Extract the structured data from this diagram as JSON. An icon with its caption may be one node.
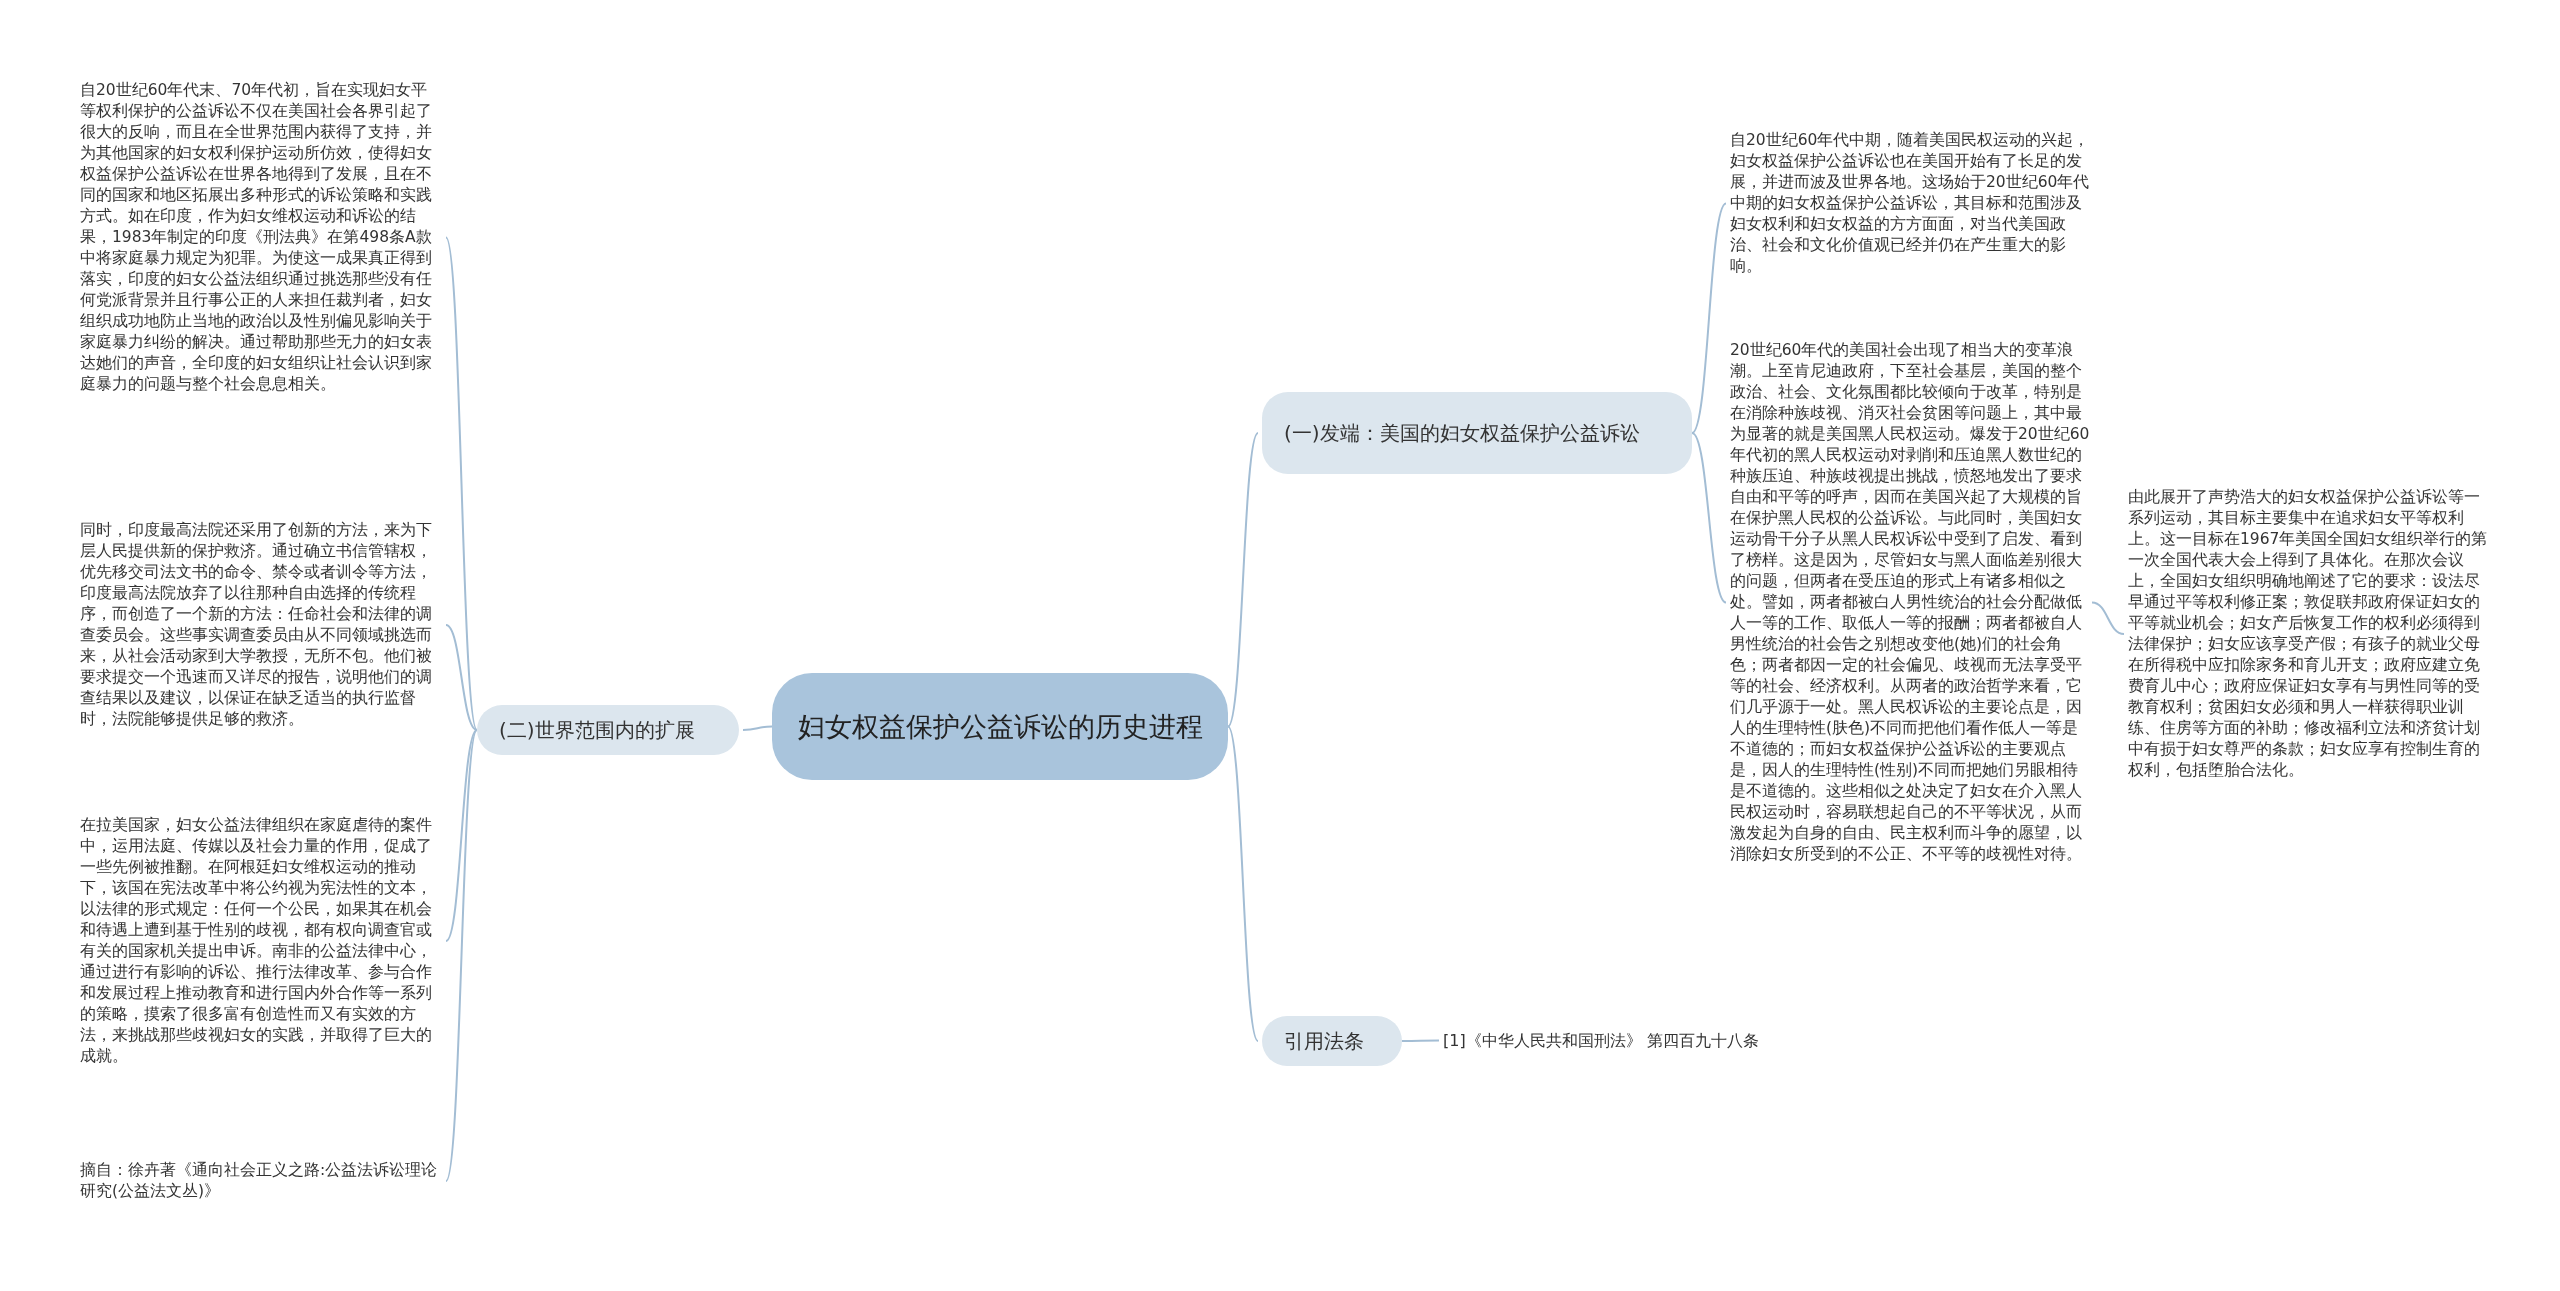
{
  "diagram": {
    "nodes": [
      {
        "text": [
          "妇女权益保护公益诉讼的历史进程"
        ]
      },
      {
        "text": [
          "(一)发端：美国的妇女权益保护公益诉讼"
        ]
      },
      {
        "text": [
          "(二)世界范围内的扩展"
        ]
      },
      {
        "text": [
          "引用法条"
        ]
      },
      {
        "text": [
          "自20世纪60年代中期，随着美国民权运动的兴起，妇女权益保护公益诉讼也在美国开始有了长足的发展，并进而波及世界各地。这场始于20世纪60年代中期的妇女权益保护公益诉讼，其目标和范围涉及妇女权利和妇女权益的方方面面，对当代美国政治、社会和文化价值观已经并仍在产生重大的影响。"
        ]
      },
      {
        "text": [
          "20世纪60年代的美国社会出现了相当大的变革浪潮。上至肯尼迪政府，下至社会基层，美国的整个政治、社会、文化氛围都比较倾向于改革，特别是在消除种族歧视、消灭社会贫困等问题上，其中最为显著的就是美国黑人民权运动。爆发于20世纪60年代初的黑人民权运动对剥削和压迫黑人数世纪的种族压迫、种族歧视提出挑战，愤怒地发出了要求自由和平等的呼声，因而在美国兴起了大规模的旨在保护黑人民权的公益诉讼。与此同时，美国妇女运动骨干分子从黑人民权诉讼中受到了启发、看到了榜样。这是因为，尽管妇女与黑人面临差别很大的问题，但两者在受压迫的形式上有诸多相似之处。譬如，两者都被白人男性统治的社会分配做低人一等的工作、取低人一等的报酬；两者都被自人男性统治的社会告之别想改变他(她)们的社会角色；两者都因一定的社会偏见、歧视而无法享受平等的社会、经济权利。从两者的政治哲学来看，它们几乎源于一处。黑人民权诉讼的主要论点是，因人的生理特性(肤色)不同而把他们看作低人一等是不道德的；而妇女权益保护公益诉讼的主要观点是，因人的生理特性(性别)不同而把她们另眼相待是不道德的。这些相似之处决定了妇女在介入黑人民权运动时，容易联想起自己的不平等状况，从而激发起为自身的自由、民主权利而斗争的愿望，以消除妇女所受到的不公正、不平等的歧视性对待。"
        ]
      },
      {
        "text": [
          "由此展开了声势浩大的妇女权益保护公益诉讼等一系列运动，其目标主要集中在追求妇女平等权利上。这一目标在1967年美国全国妇女组织举行的第一次全国代表大会上得到了具体化。在那次会议上，全国妇女组织明确地阐述了它的要求：设法尽早通过平等权利修正案；敦促联邦政府保证妇女的平等就业机会；妇女产后恢复工作的权利必须得到法律保护；妇女应该享受产假；有孩子的就业父母在所得税中应扣除家务和育儿开支；政府应建立免费育儿中心；政府应保证妇女享有与男性同等的受教育权利；贫困妇女必须和男人一样获得职业训练、住房等方面的补助；修改福利立法和济贫计划中有损于妇女尊严的条款；妇女应享有控制生育的权利，包括堕胎合法化。"
        ]
      },
      {
        "text": [
          "自20世纪60年代末、70年代初，旨在实现妇女平等权利保护的公益诉讼不仅在美国社会各界引起了很大的反响，而且在全世界范围内获得了支持，并为其他国家的妇女权利保护运动所仿效，使得妇女权益保护公益诉讼在世界各地得到了发展，且在不同的国家和地区拓展出多种形式的诉讼策略和实践方式。如在印度，作为妇女维权运动和诉讼的结果，1983年制定的印度《刑法典》在第498条A款中将家庭暴力规定为犯罪。为使这一成果真正得到落实，印度的妇女公益法组织通过挑选那些没有任何党派背景并且行事公正的人来担任裁判者，妇女组织成功地防止当地的政治以及性别偏见影响关于家庭暴力纠纷的解决。通过帮助那些无力的妇女表达她们的声音，全印度的妇女组织让社会认识到家庭暴力的问题与整个社会息息相关。"
        ]
      },
      {
        "text": [
          "同时，印度最高法院还采用了创新的方法，来为下层人民提供新的保护救济。通过确立书信管辖权，优先移交司法文书的命令、禁令或者训令等方法，印度最高法院放弃了以往那种自由选择的传统程序，而创造了一个新的方法：任命社会和法律的调查委员会。这些事实调查委员由从不同领域挑选而来，从社会活动家到大学教授，无所不包。他们被要求提交一个迅速而又详尽的报告，说明他们的调查结果以及建议，以保证在缺乏适当的执行监督时，法院能够提供足够的救济。"
        ]
      },
      {
        "text": [
          "在拉美国家，妇女公益法律组织在家庭虐待的案件中，运用法庭、传媒以及社会力量的作用，促成了一些先例被推翻。在阿根廷妇女维权运动的推动下，该国在宪法改革中将公约视为宪法性的文本，以法律的形式规定：任何一个公民，如果其在机会和待遇上遭到基于性别的歧视，都有权向调查官或有关的国家机关提出申诉。南非的公益法律中心，通过进行有影响的诉讼、推行法律改革、参与合作和发展过程上推动教育和进行国内外合作等一系列的策略，摸索了很多富有创造性而又有实效的方法，来挑战那些歧视妇女的实践，并取得了巨大的成就。"
        ]
      },
      {
        "text": [
          "摘自：徐卉著《通向社会正义之路:公益法诉讼理论研究(公益法文丛)》"
        ]
      },
      {
        "text": [
          "[1]《中华人民共和国刑法》 第四百九十八条"
        ]
      }
    ],
    "edges": [
      {
        "from": 0,
        "to": 1,
        "arrow": "none"
      },
      {
        "from": 0,
        "to": 2,
        "arrow": "none"
      },
      {
        "from": 0,
        "to": 3,
        "arrow": "none"
      },
      {
        "from": 1,
        "to": 4,
        "arrow": "none"
      },
      {
        "from": 1,
        "to": 5,
        "arrow": "none"
      },
      {
        "from": 5,
        "to": 6,
        "arrow": "none"
      },
      {
        "from": 2,
        "to": 7,
        "arrow": "none"
      },
      {
        "from": 2,
        "to": 8,
        "arrow": "none"
      },
      {
        "from": 2,
        "to": 9,
        "arrow": "none"
      },
      {
        "from": 2,
        "to": 10,
        "arrow": "none"
      },
      {
        "from": 3,
        "to": 11,
        "arrow": "none"
      }
    ]
  }
}
